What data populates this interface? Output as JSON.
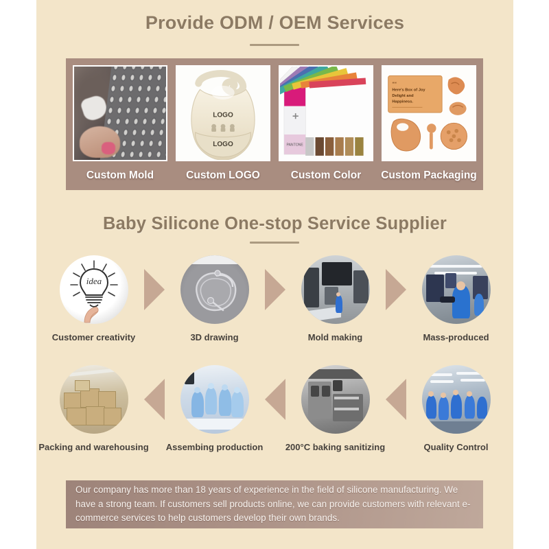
{
  "theme": {
    "page_background": "#ffffff",
    "panel_background": "#f3e5c9",
    "heading_color": "#8c7a63",
    "grid_background": "#a98d80",
    "arrow_color": "#c6a894",
    "banner_gradient_from": "#9d8379",
    "banner_gradient_to": "#bfa89b",
    "caption_color": "#ffffff",
    "flow_label_color": "#46413c"
  },
  "sections": {
    "odm": {
      "heading": "Provide ODM / OEM Services",
      "cards": [
        {
          "caption": "Custom Mold",
          "image_name": "custom-mold-photo"
        },
        {
          "caption": "Custom LOGO",
          "image_name": "custom-logo-photo"
        },
        {
          "caption": "Custom Color",
          "image_name": "custom-color-photo"
        },
        {
          "caption": "Custom Packaging",
          "image_name": "custom-packaging-photo"
        }
      ]
    },
    "supplier": {
      "heading": "Baby Silicone One-stop Service Supplier",
      "flow_row_1": [
        {
          "label": "Customer creativity",
          "image_name": "idea-lightbulb-photo"
        },
        {
          "label": "3D drawing",
          "image_name": "3d-drawing-photo"
        },
        {
          "label": "Mold making",
          "image_name": "mold-making-photo"
        },
        {
          "label": "Mass-produced",
          "image_name": "mass-production-photo"
        }
      ],
      "flow_row_1_arrows": [
        "arrow-right",
        "arrow-right",
        "arrow-right"
      ],
      "flow_row_2": [
        {
          "label": "Packing and warehousing",
          "image_name": "packing-warehouse-photo"
        },
        {
          "label": "Assembing production",
          "image_name": "assembling-production-photo"
        },
        {
          "label": "200°C baking sanitizing",
          "image_name": "baking-sanitizing-photo"
        },
        {
          "label": "Quality Control",
          "image_name": "quality-control-photo"
        }
      ],
      "flow_row_2_arrows": [
        "arrow-left",
        "arrow-left",
        "arrow-left"
      ]
    }
  },
  "banner": {
    "text": "Our company has more than 18 years of experience in the field of silicone manufacturing. We have a strong team. If customers sell products online, we can provide customers with relevant e-commerce services to help customers develop their own brands."
  },
  "card_art": {
    "logo_badge_top": "LOGO",
    "logo_badge_bottom": "LOGO",
    "packaging_quote_line1": "Here's Box of Joy",
    "packaging_quote_line2": "Delight and",
    "packaging_quote_line3": "Happiness.",
    "pantone_brand": "PANTONE",
    "idea_word": "idea"
  }
}
